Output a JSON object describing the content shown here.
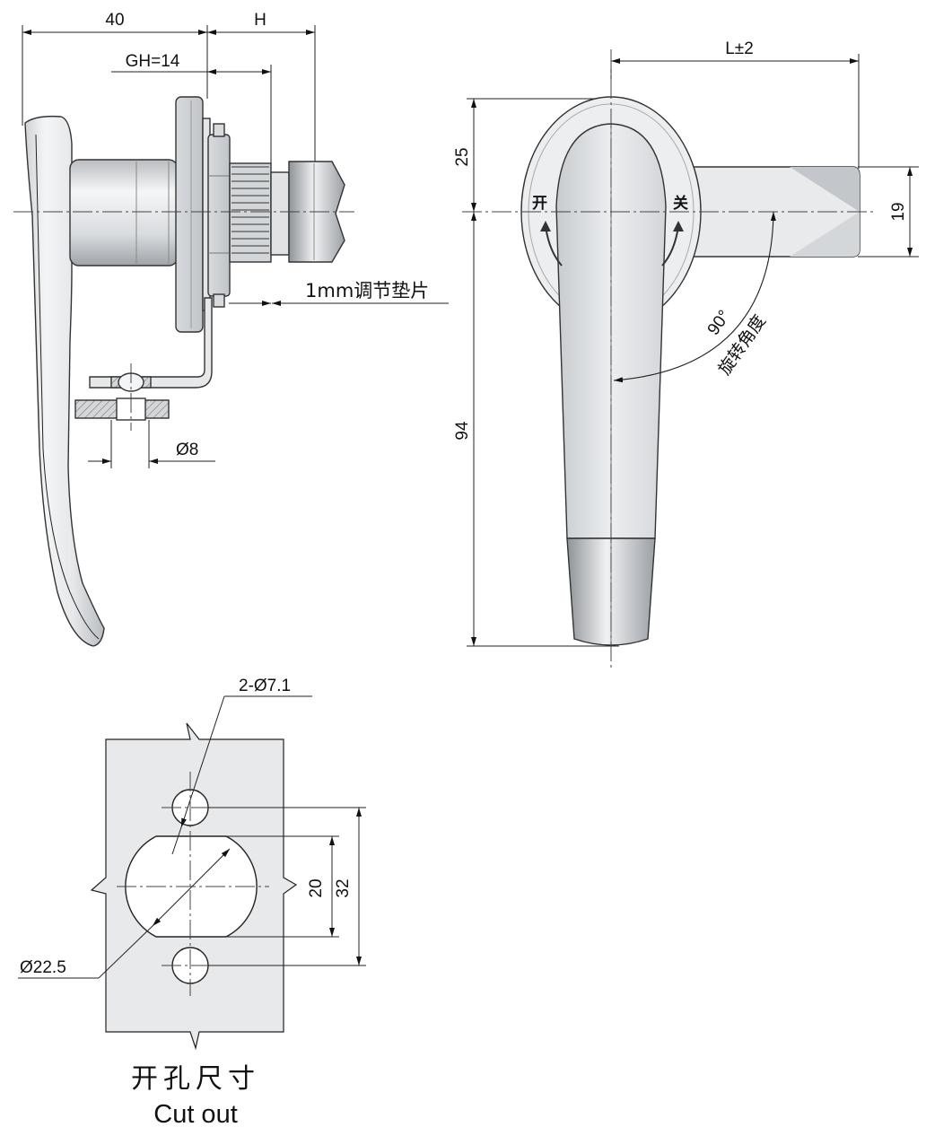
{
  "side_view": {
    "dim_40": "40",
    "dim_h": "H",
    "dim_gh": "GH=14",
    "shim_note": "1mm调节垫片",
    "dim_d8": "Ø8"
  },
  "front_view": {
    "dim_l": "L±2",
    "dim_25": "25",
    "dim_94": "94",
    "dim_19": "19",
    "open_mark": "开",
    "close_mark": "关",
    "angle_value": "90°",
    "angle_label": "旋转角度"
  },
  "cutout": {
    "hole_note": "2-Ø7.1",
    "dim_20": "20",
    "dim_32": "32",
    "dim_d225": "Ø22.5",
    "title_cn": "开孔尺寸",
    "title_en": "Cut out"
  }
}
